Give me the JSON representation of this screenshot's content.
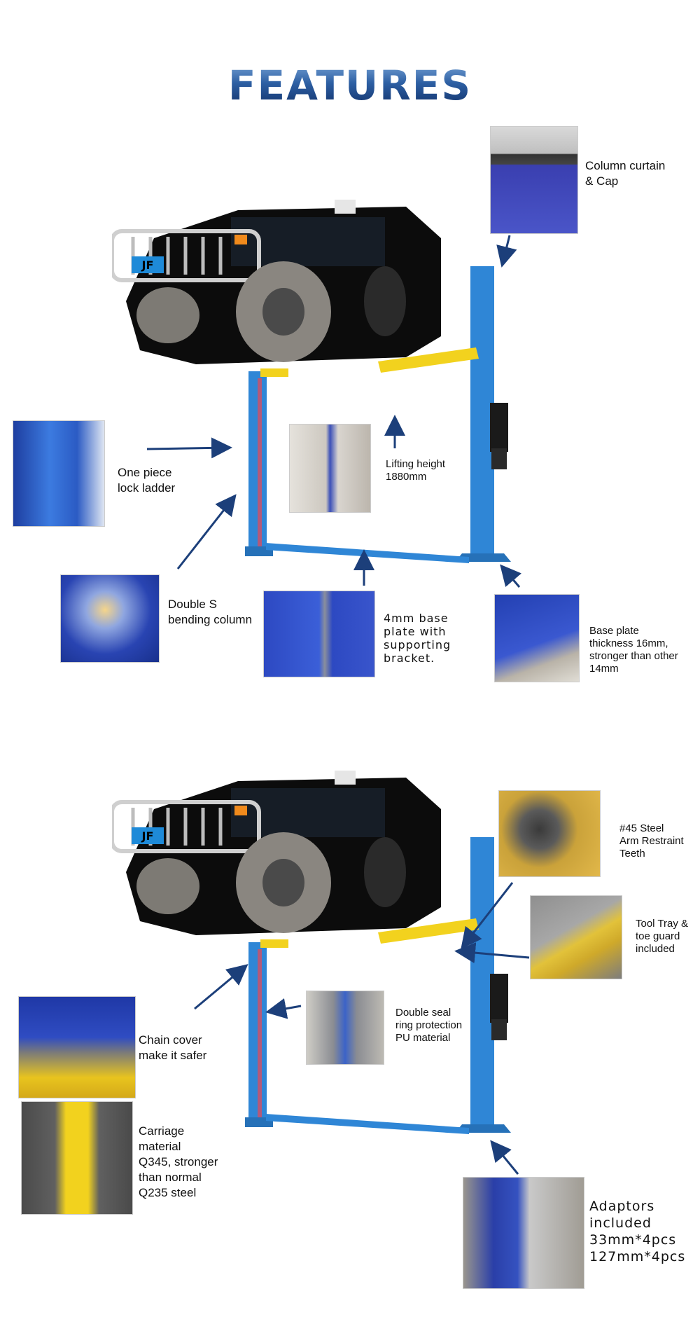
{
  "header": {
    "title": "FEATURES"
  },
  "section1": {
    "column_cap": "Column curtain\n& Cap",
    "lock_ladder": "One piece\nlock ladder",
    "lifting_height": "Lifting height\n1880mm",
    "double_s": "Double S\nbending column",
    "base_plate_4mm": "4mm base\nplate with\nsupporting\nbracket.",
    "base_plate_16mm": "Base plate\nthickness 16mm,\nstronger than other\n14mm",
    "plate_logo": "JF"
  },
  "section2": {
    "restraint": "#45 Steel\nArm Restraint\nTeeth",
    "tool_tray": "Tool Tray &\ntoe guard\nincluded",
    "seal": "Double seal\nring protection\nPU material",
    "chain_cover": "Chain cover\nmake it safer",
    "carriage": "Carriage\nmaterial\nQ345, stronger\nthan normal\nQ235 steel",
    "adaptors": "Adaptors\nincluded\n33mm*4pcs\n127mm*4pcs",
    "plate_logo": "JF"
  },
  "colors": {
    "lift_blue": "#2f86d6",
    "arm_yellow": "#f2d21e",
    "arrow_navy": "#1c3f7a",
    "photo_blue": "#2a3fa8"
  }
}
